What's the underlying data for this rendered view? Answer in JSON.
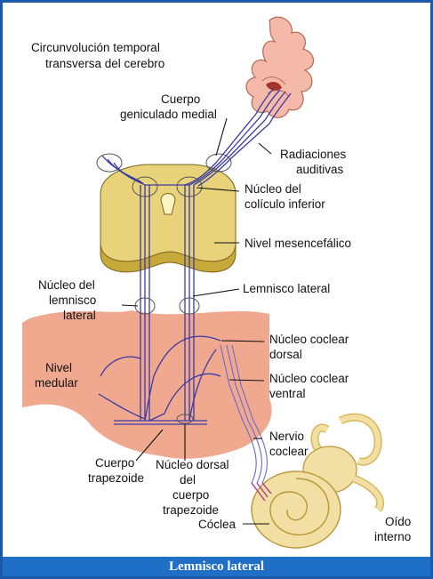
{
  "caption": "Lemnisco lateral",
  "labels": {
    "cortex_line1": "Circunvolución temporal",
    "cortex_line2": "transversa del cerebro",
    "mgb_line1": "Cuerpo",
    "mgb_line2": "geniculado medial",
    "radiations_line1": "Radiaciones",
    "radiations_line2": "auditivas",
    "ic_line1": "Núcleo del",
    "ic_line2": "colículo inferior",
    "midbrain_level": "Nivel mesencefálico",
    "nll_line1": "Núcleo del",
    "nll_line2": "lemnisco",
    "nll_line3": "lateral",
    "lateral_lemniscus": "Lemnisco lateral",
    "dcn_line1": "Núcleo coclear",
    "dcn_line2": "dorsal",
    "medulla_line1": "Nivel",
    "medulla_line2": "medular",
    "vcn_line1": "Núcleo coclear",
    "vcn_line2": "ventral",
    "nerve_line1": "Nervio",
    "nerve_line2": "coclear",
    "trapezoid_line1": "Cuerpo",
    "trapezoid_line2": "trapezoide",
    "dntb_line1": "Núcleo dorsal",
    "dntb_line2": "del",
    "dntb_line3": "cuerpo",
    "dntb_line4": "trapezoide",
    "cochlea": "Cóclea",
    "inner_ear_line1": "Oído",
    "inner_ear_line2": "interno"
  },
  "colors": {
    "frame": "#1a5aa8",
    "caption_bar": "#1f6fc7",
    "midbrain": "#e8d27a",
    "medulla": "#f0a98f",
    "cortex": "#f4b9a8",
    "cochlea": "#f2dfa3",
    "fibers": "#3a3aa6"
  }
}
